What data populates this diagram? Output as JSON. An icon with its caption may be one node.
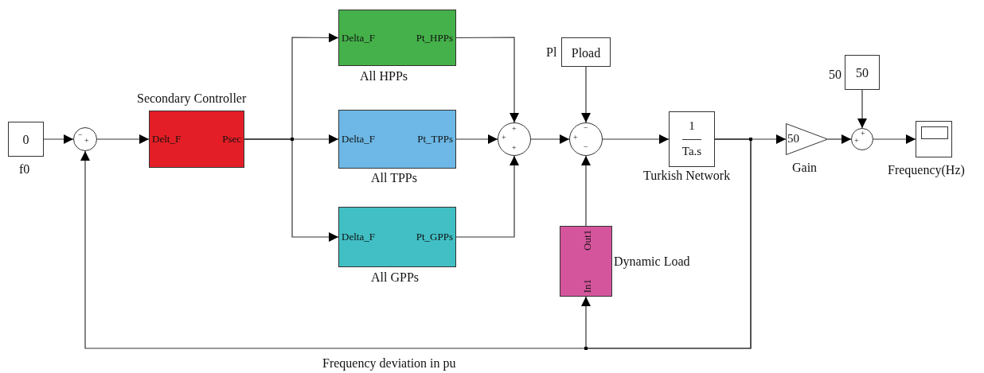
{
  "diagram": {
    "nodes": [
      {
        "text": [
          "0"
        ],
        "beside": [
          "f0"
        ]
      },
      {
        "text": [
          "−",
          "+"
        ]
      },
      {
        "text": [
          "Delt_F",
          "Psec"
        ],
        "beside": [
          "Secondary Controller"
        ]
      },
      {
        "text": [
          "Delta_F",
          "Pt_HPPs"
        ],
        "beside": [
          "All HPPs"
        ]
      },
      {
        "text": [
          "Delta_F",
          "Pt_TPPs"
        ],
        "beside": [
          "All TPPs"
        ]
      },
      {
        "text": [
          "Delta_F",
          "Pt_GPPs"
        ],
        "beside": [
          "All GPPs"
        ]
      },
      {
        "text": [
          "+",
          "+",
          "+"
        ]
      },
      {
        "text": [
          "Pload"
        ],
        "beside": [
          "Pl"
        ]
      },
      {
        "text": [
          "−",
          "+",
          "−"
        ]
      },
      {
        "text": [
          "1",
          "Ta.s"
        ],
        "beside": [
          "Turkish Network"
        ]
      },
      {
        "text": [
          "50"
        ],
        "beside": [
          "Gain"
        ]
      },
      {
        "text": [
          "50"
        ],
        "beside": [
          "50"
        ]
      },
      {
        "text": [
          "+",
          "+"
        ]
      },
      {
        "text": [],
        "shape": "box",
        "beside": [
          "Frequency(Hz)"
        ]
      },
      {
        "text": [
          "Out1",
          "In1"
        ],
        "beside": [
          "Dynamic Load"
        ]
      }
    ],
    "edges": [
      {
        "from": 0,
        "to": 1,
        "arrow": "to"
      },
      {
        "from": 1,
        "to": 2,
        "arrow": "to"
      },
      {
        "from": 2,
        "to": 3,
        "arrow": "to"
      },
      {
        "from": 2,
        "to": 4,
        "arrow": "to"
      },
      {
        "from": 2,
        "to": 5,
        "arrow": "to"
      },
      {
        "from": 3,
        "to": 6,
        "arrow": "to"
      },
      {
        "from": 4,
        "to": 6,
        "arrow": "to"
      },
      {
        "from": 5,
        "to": 6,
        "arrow": "to"
      },
      {
        "from": 6,
        "to": 8,
        "arrow": "to"
      },
      {
        "from": 7,
        "to": 8,
        "arrow": "to"
      },
      {
        "from": 14,
        "to": 8,
        "arrow": "to"
      },
      {
        "from": 8,
        "to": 9,
        "arrow": "to"
      },
      {
        "from": 9,
        "to": 10,
        "arrow": "to"
      },
      {
        "from": 9,
        "to": 1,
        "arrow": "to"
      },
      {
        "from": 9,
        "to": 14,
        "arrow": "to"
      },
      {
        "from": 10,
        "to": 12,
        "arrow": "to"
      },
      {
        "from": 11,
        "to": 12,
        "arrow": "to"
      },
      {
        "from": 12,
        "to": 13,
        "arrow": "to"
      }
    ],
    "labels": [
      "Frequency deviation in pu"
    ]
  }
}
